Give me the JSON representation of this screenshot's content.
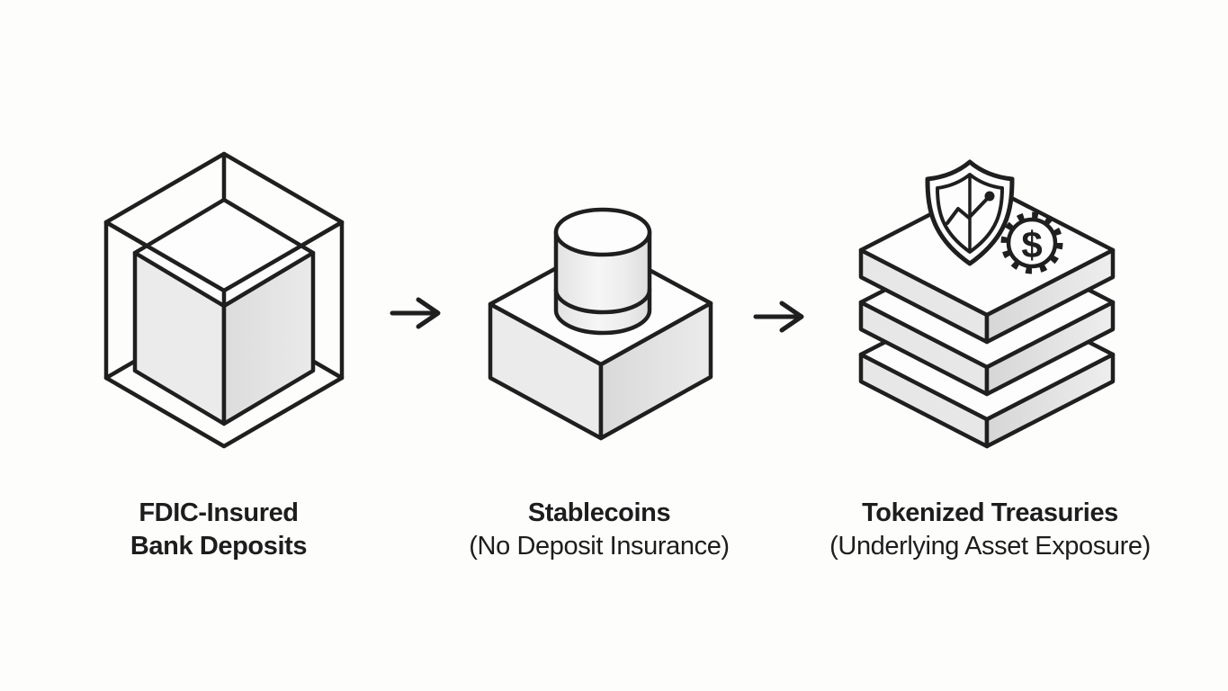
{
  "canvas": {
    "background": "#fdfdfc",
    "ink_color": "#1f1f1f",
    "text_color": "#1d1d1d",
    "fill_light": "#ebebeb",
    "fill_shade": "#d8d8d8",
    "fill_top": "#fdfdfd"
  },
  "diagram": {
    "type": "flow",
    "direction": "left-to-right",
    "nodes": [
      {
        "id": "fdic-insured-bank-deposits",
        "icon": "solid-cube-inside-wireframe-cube",
        "title_line1": "FDIC-Insured",
        "title_line2": "Bank Deposits"
      },
      {
        "id": "stablecoins",
        "icon": "coin-cylinder-on-box",
        "title": "Stablecoins",
        "subtitle": "(No Deposit Insurance)"
      },
      {
        "id": "tokenized-treasuries",
        "icon": "stacked-layers-with-shield-and-dollar-gear",
        "dollar_glyph": "$",
        "title": "Tokenized Treasuries",
        "subtitle": "(Underlying Asset Exposure)"
      }
    ],
    "connectors": [
      {
        "from": "fdic-insured-bank-deposits",
        "to": "stablecoins",
        "style": "right-arrow"
      },
      {
        "from": "stablecoins",
        "to": "tokenized-treasuries",
        "style": "right-arrow"
      }
    ]
  }
}
